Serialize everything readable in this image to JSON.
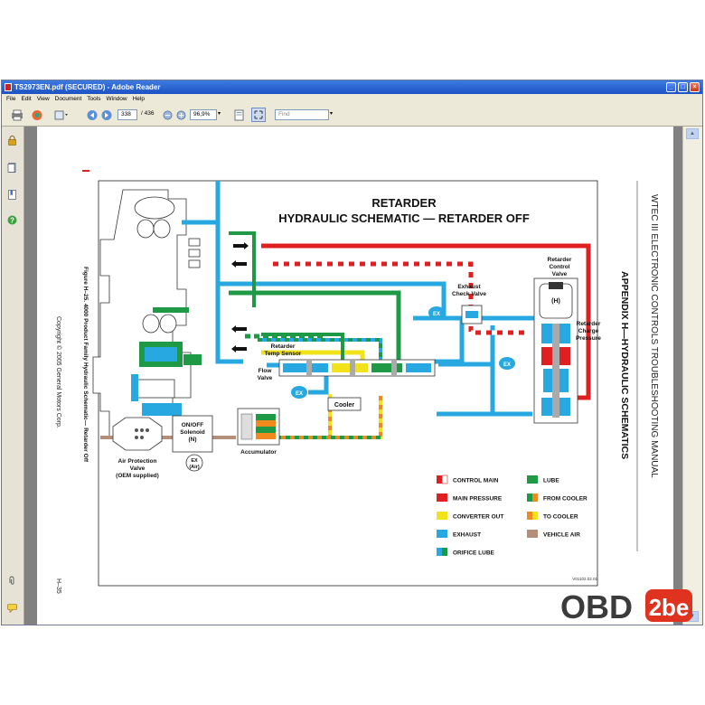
{
  "window": {
    "title": "TS2973EN.pdf (SECURED) - Adobe Reader"
  },
  "menu": [
    "File",
    "Edit",
    "View",
    "Document",
    "Tools",
    "Window",
    "Help"
  ],
  "toolbar": {
    "page_current": "338",
    "page_total": "/ 436",
    "zoom": "96,9%",
    "find_placeholder": "Find"
  },
  "document": {
    "title_line1": "RETARDER",
    "title_line2": "HYDRAULIC SCHEMATIC — RETARDER OFF",
    "header_side": "WTEC III ELECTRONIC CONTROLS TROUBLESHOOTING MANUAL",
    "appendix": "APPENDIX H—HYDRAULIC SCHEMATICS",
    "figure_caption": "Figure H–25.  4000 Product Family Hydraulic Schematic— Retarder Off",
    "copyright": "Copyright © 2005 General Motors Corp.",
    "page_number": "H–35",
    "ref_code": "V01102.02.01",
    "labels": {
      "retarder_control_valve_1": "Retarder",
      "retarder_control_valve_2": "Control",
      "retarder_control_valve_3": "Valve",
      "h_mark": "(H)",
      "charge_1": "Retarder",
      "charge_2": "Charge",
      "charge_3": "Pressure",
      "exhaust_check_1": "Exhaust",
      "exhaust_check_2": "Check Valve",
      "temp_sensor_1": "Retarder",
      "temp_sensor_2": "Temp Sensor",
      "flow_valve_1": "Flow",
      "flow_valve_2": "Valve",
      "cooler": "Cooler",
      "ex": "EX",
      "onoff_1": "ON/OFF",
      "onoff_2": "Solenoid",
      "onoff_3": "(N)",
      "ex_air_1": "EX",
      "ex_air_2": "(Air)",
      "air_prot_1": "Air Protection",
      "air_prot_2": "Valve",
      "air_prot_3": "(OEM supplied)",
      "accumulator": "Accumulator"
    },
    "legend": [
      {
        "label": "CONTROL MAIN",
        "color1": "#e02020",
        "color2": "#ffffff"
      },
      {
        "label": "LUBE",
        "color1": "#1e9a46",
        "color2": "#1e9a46"
      },
      {
        "label": "MAIN PRESSURE",
        "color1": "#e02020",
        "color2": "#e02020"
      },
      {
        "label": "FROM COOLER",
        "color1": "#1e9a46",
        "color2": "#f08a1e"
      },
      {
        "label": "CONVERTER OUT",
        "color1": "#f2e21a",
        "color2": "#f2e21a"
      },
      {
        "label": "TO COOLER",
        "color1": "#f08a1e",
        "color2": "#f2e21a"
      },
      {
        "label": "EXHAUST",
        "color1": "#27a8e0",
        "color2": "#27a8e0"
      },
      {
        "label": "VEHICLE AIR",
        "color1": "#b38e78",
        "color2": "#b38e78"
      },
      {
        "label": "ORIFICE LUBE",
        "color1": "#27a8e0",
        "color2": "#1e9a46"
      }
    ]
  },
  "watermark": {
    "text_a": "OBD",
    "text_b": "2be"
  },
  "colors": {
    "control_main": "#e02020",
    "lube": "#1e9a46",
    "exhaust": "#27a8e0",
    "converter_out": "#f2e21a",
    "to_cooler": "#f08a1e",
    "vehicle_air": "#b38e78",
    "title_bar": "#1d52c4"
  }
}
